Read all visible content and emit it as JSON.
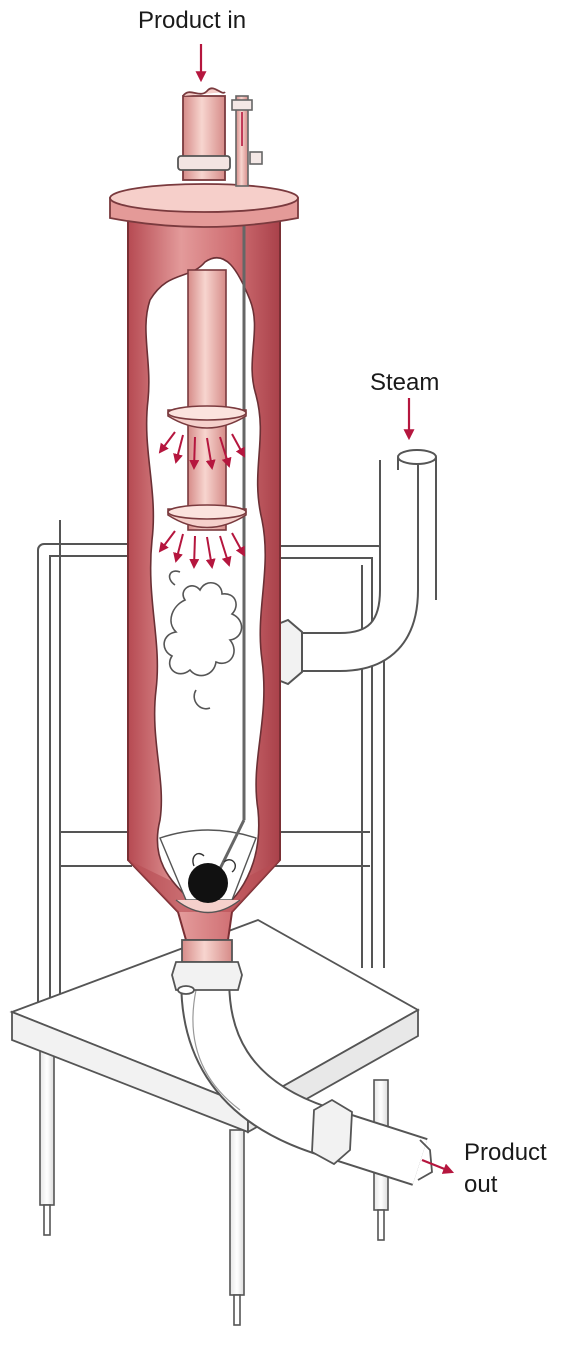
{
  "labels": {
    "product_in": "Product in",
    "steam": "Steam",
    "product_out_line1": "Product",
    "product_out_line2": "out"
  },
  "colors": {
    "vessel": "#cf6e72",
    "vessel_dark": "#b84d54",
    "vessel_light": "#f2c4bf",
    "arrow": "#b5163e",
    "outline": "#555555",
    "steel": "#ffffff"
  }
}
